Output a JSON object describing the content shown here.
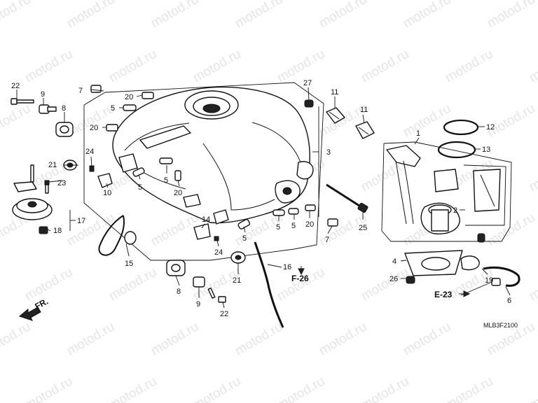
{
  "watermark": "motod.ru",
  "diagram_code": "MLB3F2100",
  "direction_label": "FR.",
  "refs": {
    "f26": "F-26",
    "e23": "E-23"
  },
  "callouts": {
    "n22a": "22",
    "n9a": "9",
    "n8a": "8",
    "n7a": "7",
    "n20a": "20",
    "n5a": "5",
    "n20b": "20",
    "n27": "27",
    "n11a": "11",
    "n11b": "11",
    "n1": "1",
    "n12": "12",
    "n13": "13",
    "n3": "3",
    "n24a": "24",
    "n21a": "21",
    "n23": "23",
    "n10": "10",
    "n5b": "5",
    "n5c": "5",
    "n20c": "20",
    "n17": "17",
    "n18": "18",
    "n14": "14",
    "n24b": "24",
    "n5d": "5",
    "n5e": "5",
    "n5f": "5",
    "n20d": "20",
    "n7b": "7",
    "n25": "25",
    "n2": "2",
    "n15": "15",
    "n21b": "21",
    "n16": "16",
    "n8b": "8",
    "n9b": "9",
    "n22b": "22",
    "n4": "4",
    "n26": "26",
    "n19": "19",
    "n6": "6"
  }
}
